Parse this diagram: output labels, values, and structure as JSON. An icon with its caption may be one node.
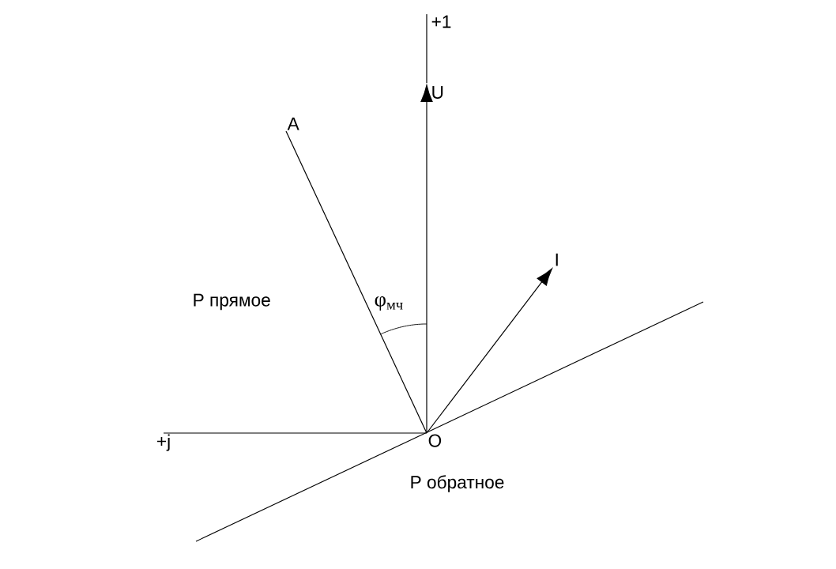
{
  "diagram": {
    "nodes": [
      {
        "text": [
          "+1"
        ]
      },
      {
        "text": [
          "U"
        ]
      },
      {
        "text": [
          "A"
        ]
      },
      {
        "text": [
          "I"
        ]
      },
      {
        "text": [
          "+j"
        ]
      },
      {
        "text": [
          "O"
        ]
      }
    ],
    "edges": [
      {
        "from": 5,
        "to": 1,
        "arrow": "to"
      },
      {
        "from": 1,
        "to": 0,
        "arrow": "none"
      },
      {
        "from": 5,
        "to": 2,
        "arrow": "none"
      },
      {
        "from": 5,
        "to": 3,
        "arrow": "to"
      },
      {
        "from": 5,
        "to": 4,
        "arrow": "none"
      }
    ],
    "labels": [
      "P прямое",
      "φ$_{мч}$",
      "P обратное"
    ]
  }
}
